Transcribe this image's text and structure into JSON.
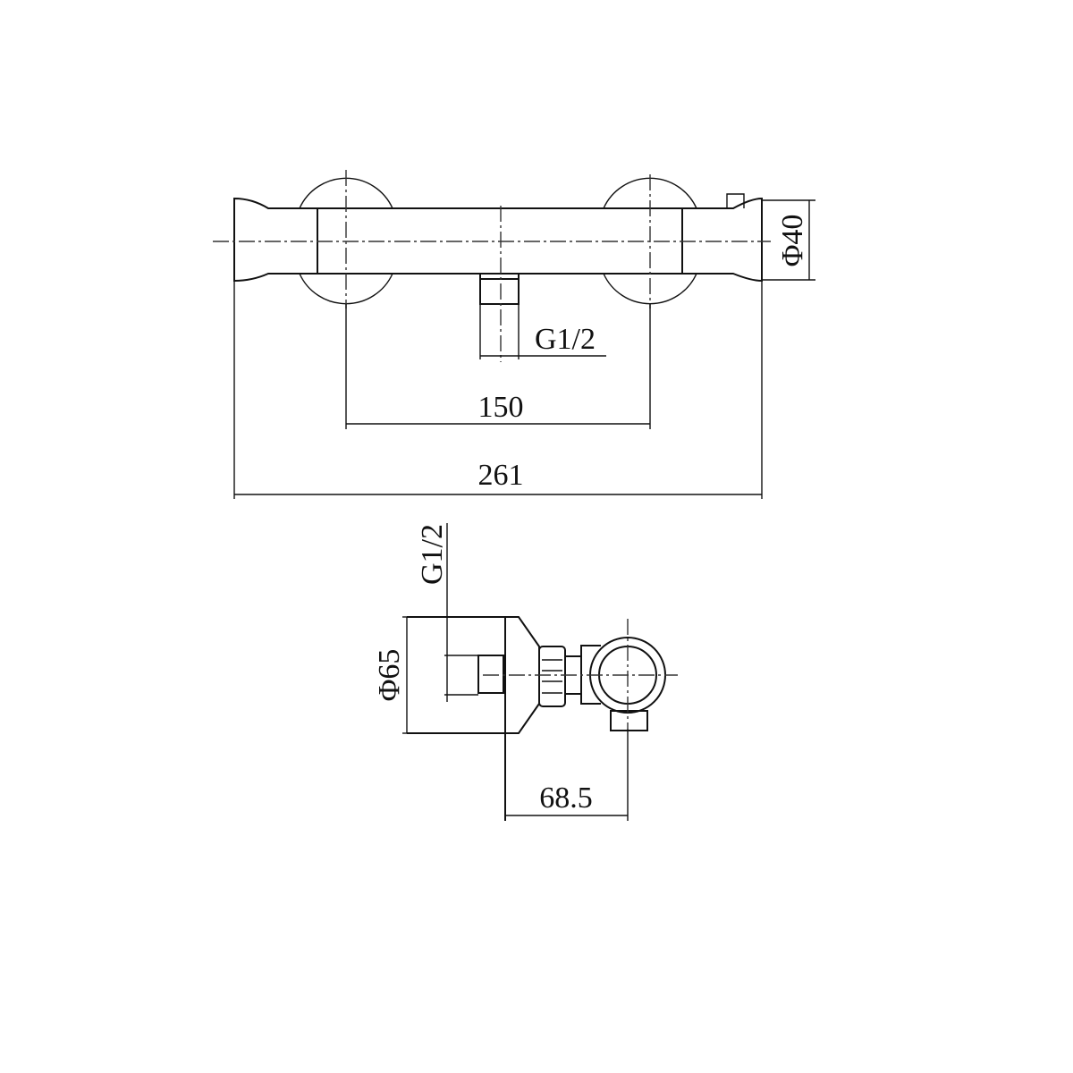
{
  "top_view": {
    "diameter_label": "Φ40",
    "outlet_thread_label": "G1/2",
    "center_distance_label": "150",
    "overall_length_label": "261"
  },
  "side_view": {
    "diameter_label": "Φ65",
    "thread_label": "G1/2",
    "depth_label": "68.5"
  },
  "colors": {
    "line": "#111111",
    "background": "#ffffff"
  }
}
